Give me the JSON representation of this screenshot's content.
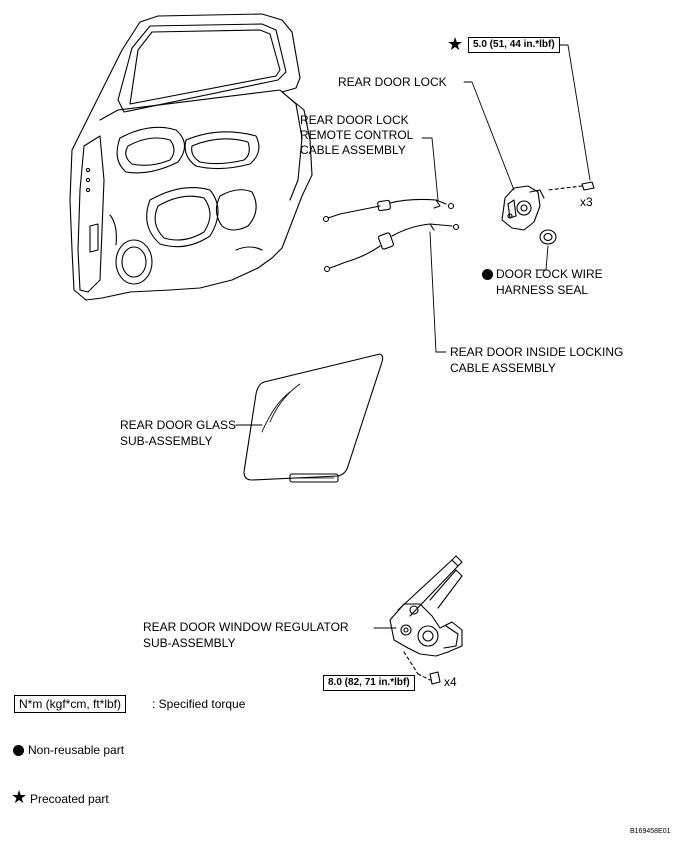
{
  "labels": {
    "rear_door_lock": "REAR DOOR LOCK",
    "remote_cable_1": "REAR DOOR LOCK",
    "remote_cable_2": "REMOTE CONTROL",
    "remote_cable_3": "CABLE ASSEMBLY",
    "harness_seal_1": "DOOR LOCK WIRE",
    "harness_seal_2": "HARNESS SEAL",
    "inside_cable_1": "REAR DOOR INSIDE LOCKING",
    "inside_cable_2": "CABLE ASSEMBLY",
    "glass_1": "REAR DOOR GLASS",
    "glass_2": "SUB-ASSEMBLY",
    "regulator_1": "REAR DOOR WINDOW REGULATOR",
    "regulator_2": "SUB-ASSEMBLY"
  },
  "torques": {
    "lock_bolt": "5.0 (51, 44 in.*lbf)",
    "regulator_bolt": "8.0 (82, 71 in.*lbf)"
  },
  "counts": {
    "lock_bolt": "x3",
    "regulator_bolt": "x4"
  },
  "legend": {
    "torque_box": "N*m (kgf*cm, ft*lbf)",
    "torque_text": ": Specified torque",
    "nonreusable_text": "Non-reusable part",
    "precoated_text": "Precoated part"
  },
  "symbols": {
    "star": "★"
  },
  "figure_id": "B169458E01"
}
